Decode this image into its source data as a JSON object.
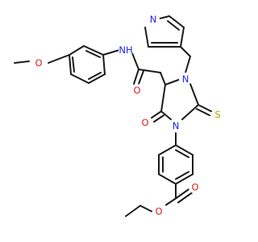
{
  "colors": {
    "bond": "#1a1a1a",
    "oxygen": "#e8181a",
    "nitrogen": "#2424e6",
    "sulfur": "#b49a00",
    "carbon": "#1a1a1a",
    "background": "#ffffff"
  },
  "atoms": [
    {
      "id": "o_methoxy",
      "label": "O",
      "element": "O"
    },
    {
      "id": "nh_amide",
      "label": "NH",
      "element": "N"
    },
    {
      "id": "n_pyridine",
      "label": "N",
      "element": "N"
    },
    {
      "id": "o_amide",
      "label": "O",
      "element": "O"
    },
    {
      "id": "n_ring_top",
      "label": "N",
      "element": "N"
    },
    {
      "id": "o_ring",
      "label": "O",
      "element": "O"
    },
    {
      "id": "s_thione",
      "label": "S",
      "element": "S"
    },
    {
      "id": "n_ring_bottom",
      "label": "N",
      "element": "N"
    },
    {
      "id": "o_ester_carbonyl",
      "label": "O",
      "element": "O"
    },
    {
      "id": "o_ester",
      "label": "O",
      "element": "O"
    }
  ]
}
